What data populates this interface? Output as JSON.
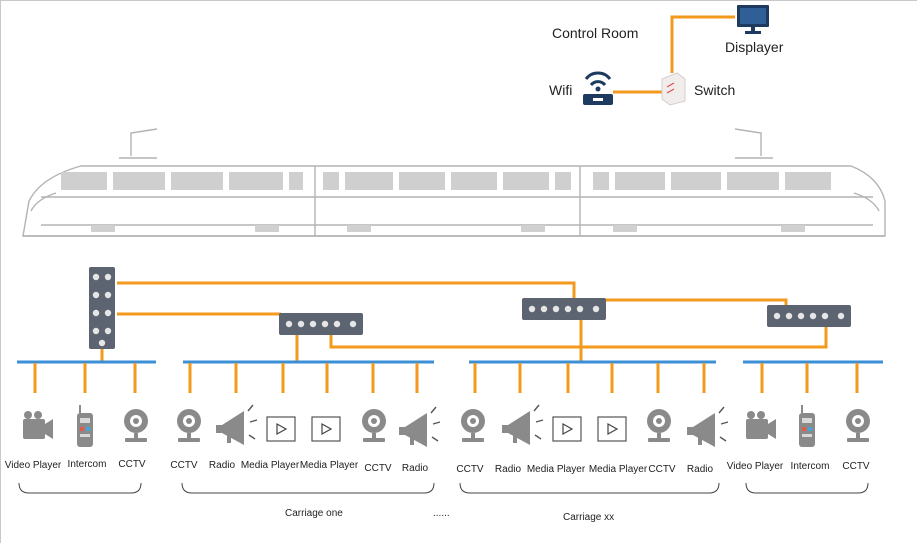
{
  "top": {
    "control_room": "Control Room",
    "displayer": "Displayer",
    "wifi": "Wifi",
    "switch": "Switch"
  },
  "devices": {
    "video_player": "Video Player",
    "intercom": "Intercom",
    "cctv": "CCTV",
    "radio": "Radio",
    "media_player": "Media Player"
  },
  "groups": {
    "carriage_one": "Carriage one",
    "dots": "......",
    "carriage_xx": "Carriage xx"
  },
  "colors": {
    "cable": "#f39a1e",
    "bus": "#3a8fd6",
    "icon": "#8a8a8a",
    "dark": "#1e3a5f"
  }
}
